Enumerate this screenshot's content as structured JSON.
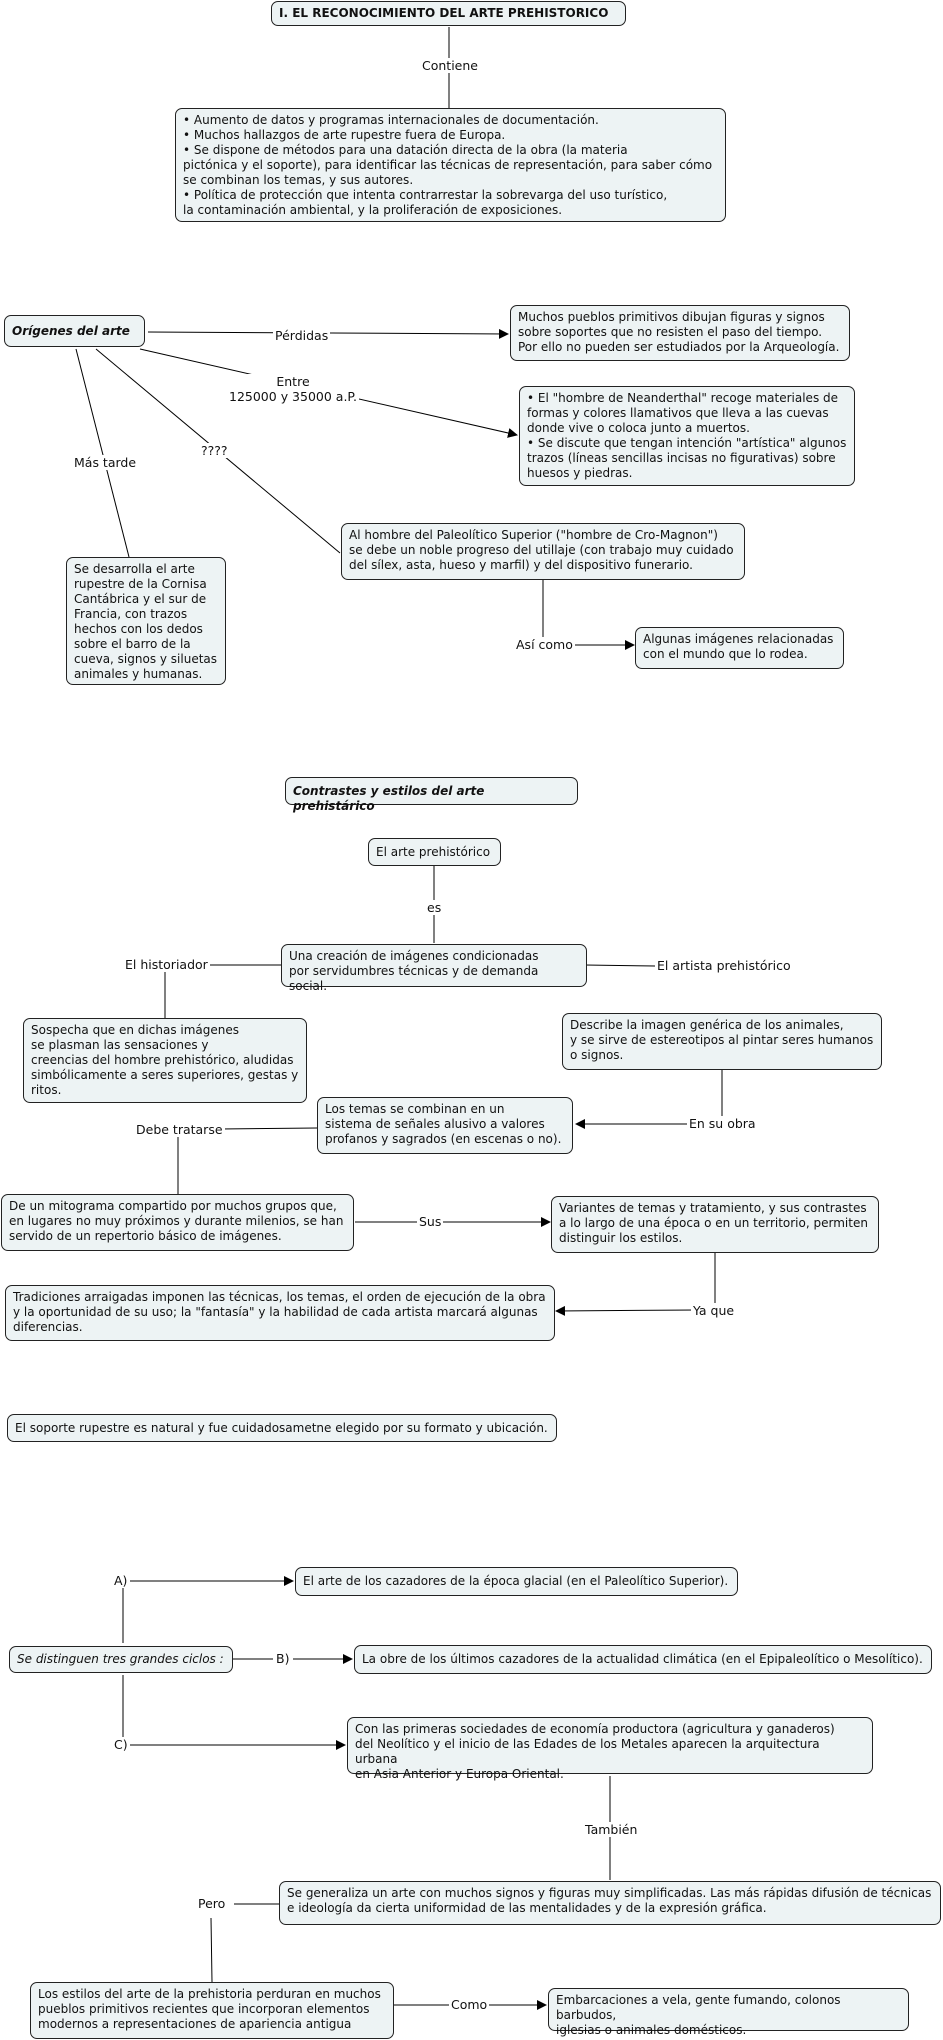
{
  "map1": {
    "title": "I. EL RECONOCIMIENTO DEL ARTE PREHISTORICO",
    "link": "Contiene",
    "content": "• Aumento de datos y programas internacionales de documentación.\n• Muchos hallazgos de arte rupestre fuera de Europa.\n• Se dispone de métodos para una datación directa de la obra (la materia\npictónica y el soporte), para identificar las técnicas de representación, para saber cómo\nse combinan los temas, y sus autores.\n• Política de protección que intenta contrarrestar la sobrevarga del uso turístico,\nla contaminación ambiental, y la proliferación de exposiciones."
  },
  "map2": {
    "root": "Orígenes  del  arte",
    "link_perdidas": "Pérdidas",
    "node_perdidas": "Muchos pueblos primitivos dibujan figuras y signos\nsobre soportes que no resisten el paso del tiempo.\nPor ello no pueden ser estudiados por la Arqueología.",
    "link_entre": "Entre\n125000 y 35000 a.P.",
    "node_neanderthal": "• El \"hombre de Neanderthal\" recoge materiales de\nformas y colores llamativos que lleva a las cuevas\ndonde vive o coloca junto a muertos.\n• Se discute que tengan intención \"artística\" algunos\ntrazos (líneas sencillas incisas no figurativas) sobre\nhuesos y piedras.",
    "link_question": "????",
    "node_cromagnon": "Al hombre del Paleolítico Superior (\"hombre de Cro-Magnon\")\nse debe un noble progreso del utillaje (con trabajo muy cuidado\ndel sílex, asta, hueso y marfil) y del dispositivo funerario.",
    "link_asi": "Así como",
    "node_imagenes": "Algunas imágenes relacionadas\ncon el mundo que lo rodea.",
    "link_mas_tarde": "Más tarde",
    "node_cornisa": "Se desarrolla el arte\nrupestre de la Cornisa\nCantábrica y el sur de\nFrancia, con trazos\nhechos con los dedos\nsobre el barro de la\ncueva, signos y siluetas\nanimales y humanas."
  },
  "map3": {
    "title": "Contrastes y estilos del arte prehistárico",
    "arte": "El arte prehistórico",
    "link_es": "es",
    "creacion": "Una creación de imágenes condicionadas\npor servidumbres técnicas y de demanda social.",
    "link_historiador": "El historiador",
    "sospecha": "Sospecha que en dichas imágenes\nse plasman las sensaciones y\ncreencias del hombre prehistórico, aludidas\nsimbólicamente a seres superiores, gestas y\nritos.",
    "link_debe": "Debe tratarse",
    "mitograma": "De un mitograma compartido por muchos grupos que,\nen lugares no muy próximos y durante milenios, se han\nservido de un repertorio básico de imágenes.",
    "link_sus": "Sus",
    "variantes": "Variantes de temas y tratamiento, y sus contrastes\na lo largo de una época o en un territorio, permiten\ndistinguir los estilos.",
    "link_ya_que": "Ya que",
    "tradiciones": "Tradiciones arraigadas imponen las técnicas, los temas, el orden de ejecución de la obra\ny la oportunidad de su uso; la \"fantasía\" y la habilidad de cada artista marcará algunas\ndiferencias.",
    "link_artista": "El artista prehistórico",
    "describe": "Describe la imagen genérica de los animales,\ny se sirve de estereotipos al pintar seres humanos\no signos.",
    "link_obra": "En su obra",
    "temas": "Los temas se combinan en un\nsistema de señales alusivo a valores\nprofanos y sagrados (en escenas o no).",
    "soporte": "El soporte rupestre es natural y fue cuidadosametne elegido por su formato y ubicación."
  },
  "map4": {
    "root": "Se distinguen tres grandes ciclos :",
    "link_a": "A)",
    "node_a": "El arte de los cazadores de la época glacial (en el Paleolítico Superior).",
    "link_b": "B)",
    "node_b": "La obre de los últimos cazadores de la actualidad climática (en el Epipaleolítico o Mesolítico).",
    "link_c": "C)",
    "node_c": "Con las primeras sociedades de economía productora (agricultura y ganaderos)\ndel Neolítico y el inicio de las Edades de los Metales aparecen la arquitectura urbana\nen Asia Anterior y Europa Oriental.",
    "link_tambien": "También",
    "node_signos": "Se generaliza un arte con muchos signos y figuras muy simplificadas. Las más rápidas difusión de técnicas\ne ideología da cierta uniformidad de las mentalidades y de la expresión gráfica.",
    "link_pero": "Pero",
    "node_estilos": "Los estilos del arte de la prehistoria perduran en muchos\npueblos primitivos recientes que incorporan elementos\nmodernos a representaciones de apariencia antigua",
    "link_como": "Como",
    "node_embarcaciones": "Embarcaciones a vela, gente fumando, colonos barbudos,\niglesias o animales domésticos."
  }
}
